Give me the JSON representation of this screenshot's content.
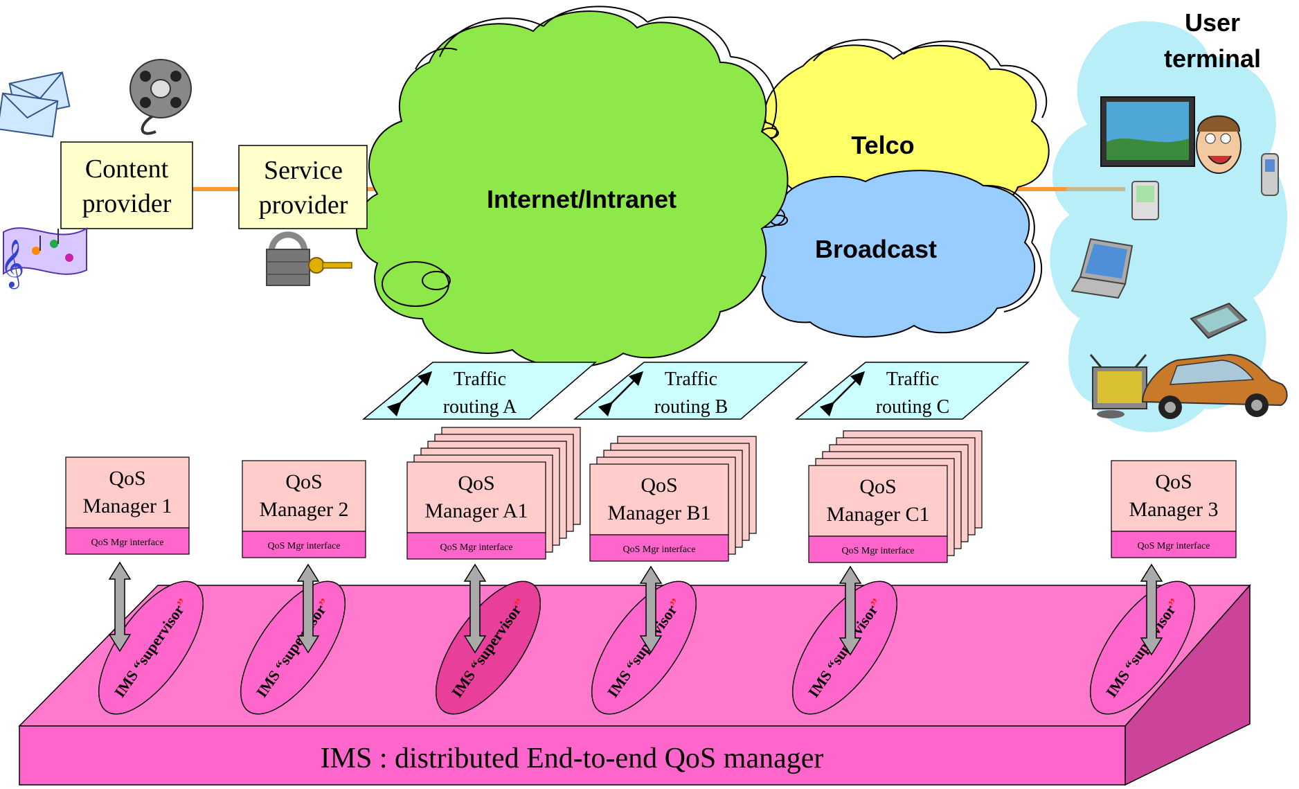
{
  "colors": {
    "internet_cloud": "#8ee84a",
    "telco_cloud": "#ffff66",
    "broadcast_cloud": "#99ccff",
    "user_cloud": "#b8eef7",
    "provider_box": "#ffffcc",
    "qos_box": "#ffcccc",
    "qos_interface": "#ff66cc",
    "ims_platform": "#ff77cc",
    "routing_panel": "#ccffff",
    "link_line": "#ff9933"
  },
  "providers": {
    "content_line1": "Content",
    "content_line2": "provider",
    "service_line1": "Service",
    "service_line2": "provider"
  },
  "clouds": {
    "internet": "Internet/Intranet",
    "telco": "Telco",
    "broadcast": "Broadcast",
    "user_line1": "User",
    "user_line2": "terminal"
  },
  "routing": [
    {
      "line1": "Traffic",
      "line2": "routing A"
    },
    {
      "line1": "Traffic",
      "line2": "routing B"
    },
    {
      "line1": "Traffic",
      "line2": "routing C"
    }
  ],
  "qos_managers": [
    {
      "line1": "QoS",
      "line2": "Manager 1",
      "interface": "QoS Mgr interface"
    },
    {
      "line1": "QoS",
      "line2": "Manager 2",
      "interface": "QoS Mgr interface"
    },
    {
      "line1": "QoS",
      "line2": "Manager A1",
      "interface": "QoS Mgr interface"
    },
    {
      "line1": "QoS",
      "line2": "Manager B1",
      "interface": "QoS Mgr interface"
    },
    {
      "line1": "QoS",
      "line2": "Manager C1",
      "interface": "QoS Mgr interface"
    },
    {
      "line1": "QoS",
      "line2": "Manager 3",
      "interface": "QoS Mgr interface"
    }
  ],
  "supervisor_label_main": "IMS “supervisor",
  "supervisor_label_end": "”",
  "ims_platform_label": "IMS : distributed End-to-end QoS manager",
  "icons": {
    "envelopes": "envelopes-icon",
    "film_reel": "film-reel-icon",
    "music": "music-notes-icon",
    "padlock": "padlock-key-icon",
    "tv": "tv-icon",
    "person": "person-icon",
    "pda": "pda-icon",
    "phone": "mobile-phone-icon",
    "laptop": "laptop-icon",
    "tablet": "tablet-icon",
    "satellite_tv": "satellite-tv-icon",
    "car": "car-icon"
  }
}
